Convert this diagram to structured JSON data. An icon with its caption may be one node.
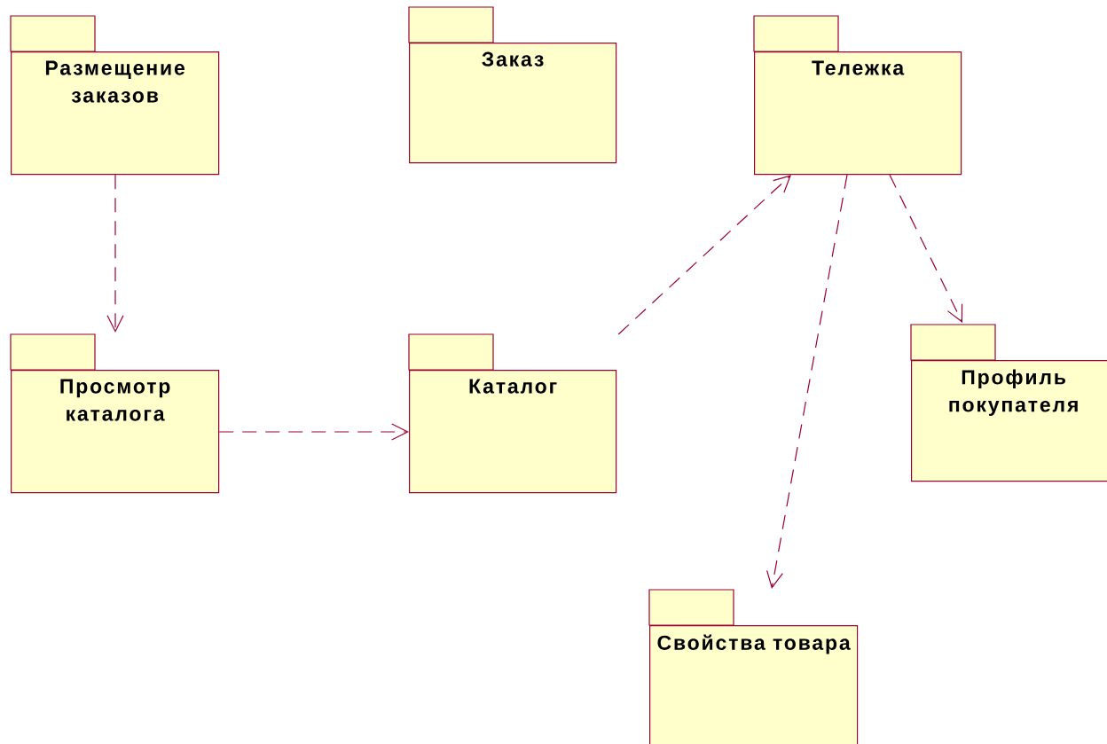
{
  "diagram": {
    "nodes": [
      {
        "text": [
          "Размещение заказов"
        ]
      },
      {
        "text": [
          "Заказ"
        ]
      },
      {
        "text": [
          "Тележка"
        ]
      },
      {
        "text": [
          "Просмотр каталога"
        ]
      },
      {
        "text": [
          "Каталог"
        ]
      },
      {
        "text": [
          "Профиль покупателя"
        ]
      },
      {
        "text": [
          "Свойства товара"
        ]
      }
    ],
    "edges": [
      {
        "from": 0,
        "to": 3,
        "arrow": "to",
        "style": "dashed"
      },
      {
        "from": 3,
        "to": 4,
        "arrow": "to",
        "style": "dashed"
      },
      {
        "from": 4,
        "to": 2,
        "arrow": "to",
        "style": "dashed"
      },
      {
        "from": 2,
        "to": 5,
        "arrow": "to",
        "style": "dashed"
      },
      {
        "from": 2,
        "to": 6,
        "arrow": "to",
        "style": "dashed"
      }
    ]
  }
}
